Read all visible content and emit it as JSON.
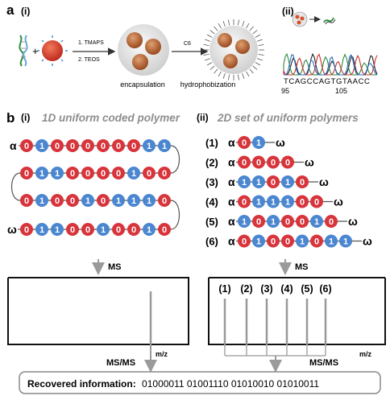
{
  "panel_a": {
    "label": "a",
    "sub_i": "(i)",
    "sub_ii": "(ii)",
    "step1": "1. TMAPS",
    "step2": "2. TEOS",
    "c6": "C6",
    "encapsulation": "encapsulation",
    "hydrophobization": "hydrophobization",
    "seq": "TCAGCCAGTGTAACC",
    "tick1": "95",
    "tick2": "105"
  },
  "panel_b": {
    "label": "b",
    "sub_i": "(i)",
    "sub_ii": "(ii)",
    "title_i": "1D uniform coded polymer",
    "title_ii": "2D set of uniform polymers",
    "alpha": "α",
    "omega": "ω",
    "rows_1d": [
      "0100000011",
      "0110000100",
      "0100101110",
      "0110010010"
    ],
    "set_2d": [
      {
        "label": "(1)",
        "bits": "01"
      },
      {
        "label": "(2)",
        "bits": "0000"
      },
      {
        "label": "(3)",
        "bits": "11010"
      },
      {
        "label": "(4)",
        "bits": "011100"
      },
      {
        "label": "(5)",
        "bits": "1010010"
      },
      {
        "label": "(6)",
        "bits": "01001011"
      }
    ],
    "ms": "MS",
    "msms": "MS/MS",
    "mz": "m/z",
    "peaks_2d": [
      "(1)",
      "(2)",
      "(3)",
      "(4)",
      "(5)",
      "(6)"
    ],
    "recovered_label": "Recovered information:",
    "recovered_value": "01000011 01001110 01010010 01010011"
  },
  "colors": {
    "zero": "#d8343b",
    "one": "#4b86d0",
    "gray": "#a0a0a0",
    "title_gray": "#8e8e8e"
  }
}
